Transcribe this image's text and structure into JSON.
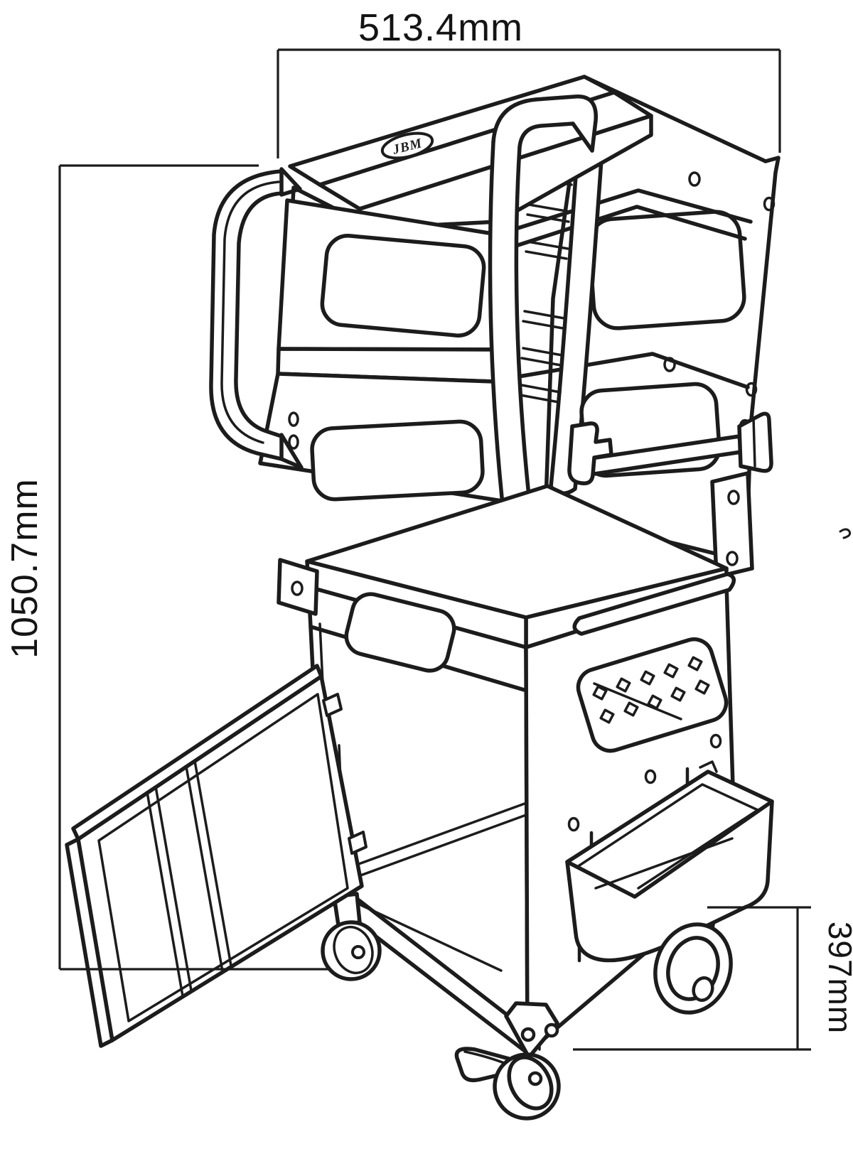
{
  "page": {
    "background": "#ffffff",
    "line_color": "#1c1c1c"
  },
  "drawing": {
    "subject": "technical line drawing of a JBM modular workshop tool trolley with stacked tray modules, push handle, open cabinet door, side tray and swivel casters",
    "logo_text": "JBM"
  },
  "dimensions": {
    "width": {
      "label": "513.4mm",
      "value": 513.4,
      "unit": "mm",
      "position": "top"
    },
    "height": {
      "label": "1050.7mm",
      "value": 1050.7,
      "unit": "mm",
      "position": "left"
    },
    "tray_height": {
      "label": "397mm",
      "value": 397,
      "unit": "mm",
      "position": "bottom-right"
    }
  }
}
